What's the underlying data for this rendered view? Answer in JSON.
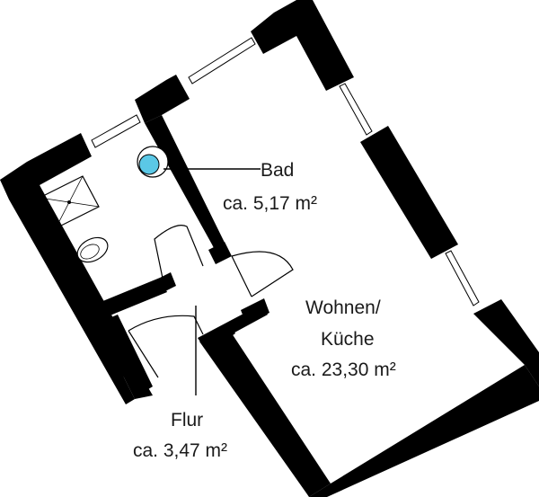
{
  "rooms": [
    {
      "id": "bad",
      "name": "Bad",
      "area": "ca. 5,17 m²"
    },
    {
      "id": "wohnen",
      "name_line1": "Wohnen/",
      "name_line2": "Küche",
      "area": "ca. 23,30 m²"
    },
    {
      "id": "flur",
      "name": "Flur",
      "area": "ca. 3,47 m²"
    }
  ],
  "colors": {
    "wall": "#000000",
    "sink": "#5bc8e6",
    "line": "#000000",
    "background": "#ffffff"
  },
  "fixtures": [
    "shower-tray",
    "toilet",
    "washbasin"
  ]
}
